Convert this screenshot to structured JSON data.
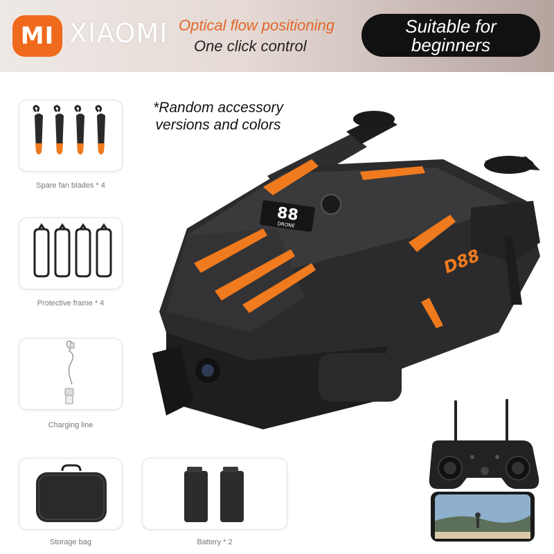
{
  "brand": {
    "logo_letters": "MI",
    "name": "XIAOMI"
  },
  "features": {
    "line1": "Optical flow positioning",
    "line2": "One click control"
  },
  "badge": {
    "line1": "Suitable for",
    "line2": "beginners"
  },
  "note": {
    "line1": "*Random accessory",
    "line2": "versions and colors"
  },
  "drone": {
    "model_badge": "88",
    "model_sub": "DRONE",
    "side_badge": "D88"
  },
  "accessories": [
    {
      "label": "Spare fan blades * 4"
    },
    {
      "label": "Protective frame * 4"
    },
    {
      "label": "Charging line"
    },
    {
      "label": "Storage bag"
    },
    {
      "label": "Battery * 2"
    }
  ],
  "colors": {
    "brand_orange": "#ef6a1c",
    "accent_orange": "#f07a1e",
    "body_dark": "#2b2b2d"
  }
}
